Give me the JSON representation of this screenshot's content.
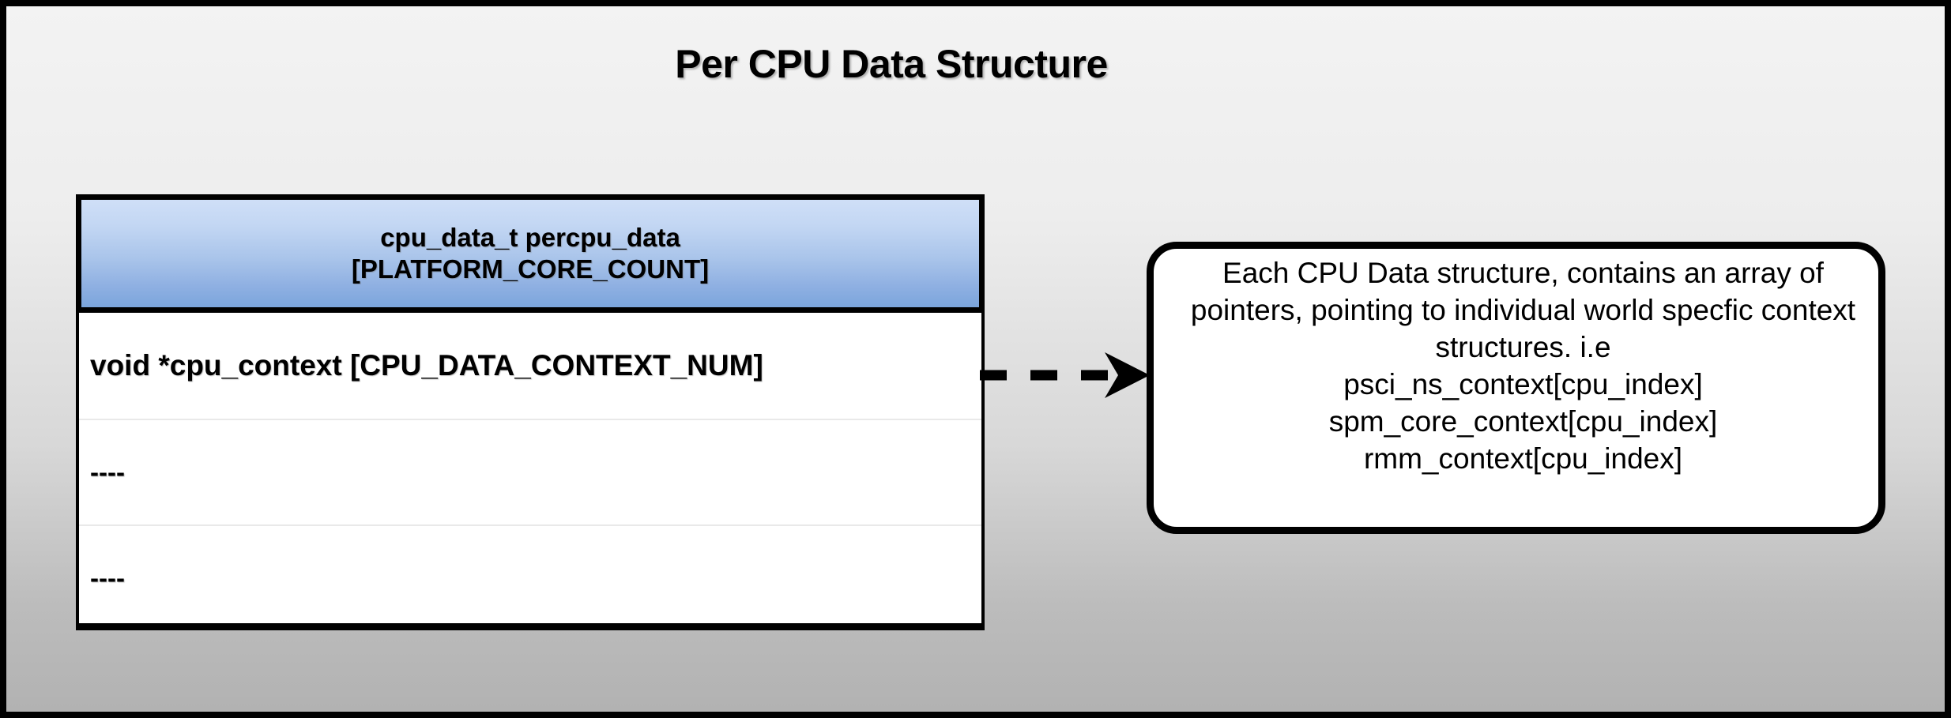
{
  "slide": {
    "title": "Per CPU Data Structure",
    "background_top_color": "#f3f3f3",
    "background_bottom_color": "#b2b2b2",
    "border_color": "#000000"
  },
  "struct_table": {
    "header": {
      "line1": "cpu_data_t percpu_data",
      "line2": "[PLATFORM_CORE_COUNT]",
      "gradient_top_color": "#cfdff7",
      "gradient_bottom_color": "#7ba5dc"
    },
    "rows": [
      {
        "text": "void *cpu_context [CPU_DATA_CONTEXT_NUM]"
      },
      {
        "text": "----"
      },
      {
        "text": "----"
      }
    ]
  },
  "connector": {
    "style": "dashed-arrow",
    "direction": "right",
    "color": "#000000",
    "dash_count": 3
  },
  "callout": {
    "text": "Each CPU Data structure, contains an array of pointers, pointing to individual world specfic context structures. i.e\npsci_ns_context[cpu_index]\nspm_core_context[cpu_index]\nrmm_context[cpu_index]",
    "border_color": "#000000",
    "background_color": "#ffffff"
  }
}
